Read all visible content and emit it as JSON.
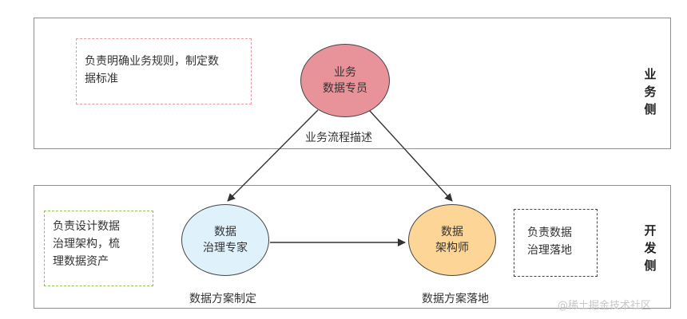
{
  "business_side": {
    "label": [
      "业",
      "务",
      "侧"
    ],
    "note": [
      "负责明确业务规则，制定数",
      "据标准"
    ],
    "node": {
      "lines": [
        "业务",
        "数据专员"
      ],
      "caption": "业务流程描述",
      "fill": "#e8939a"
    }
  },
  "dev_side": {
    "label": [
      "开",
      "发",
      "侧"
    ],
    "note_left": [
      "负责设计数据",
      "治理架构，梳",
      "理数据资产"
    ],
    "note_right": [
      "负责数据",
      "治理落地"
    ],
    "governance_node": {
      "lines": [
        "数据",
        "治理专家"
      ],
      "caption": "数据方案制定",
      "fill": "#dff2fb"
    },
    "architect_node": {
      "lines": [
        "数据",
        "架构师"
      ],
      "caption": "数据方案落地",
      "fill": "#fcd597"
    }
  },
  "watermark": "@稀土掘金技术社区",
  "colors": {
    "panel_border": "#8f8f8f",
    "note_biz_border": "#e79aa2",
    "note_dev_left_border": "#8ec351",
    "note_dev_right_border": "#444444",
    "arrow": "#333333"
  }
}
